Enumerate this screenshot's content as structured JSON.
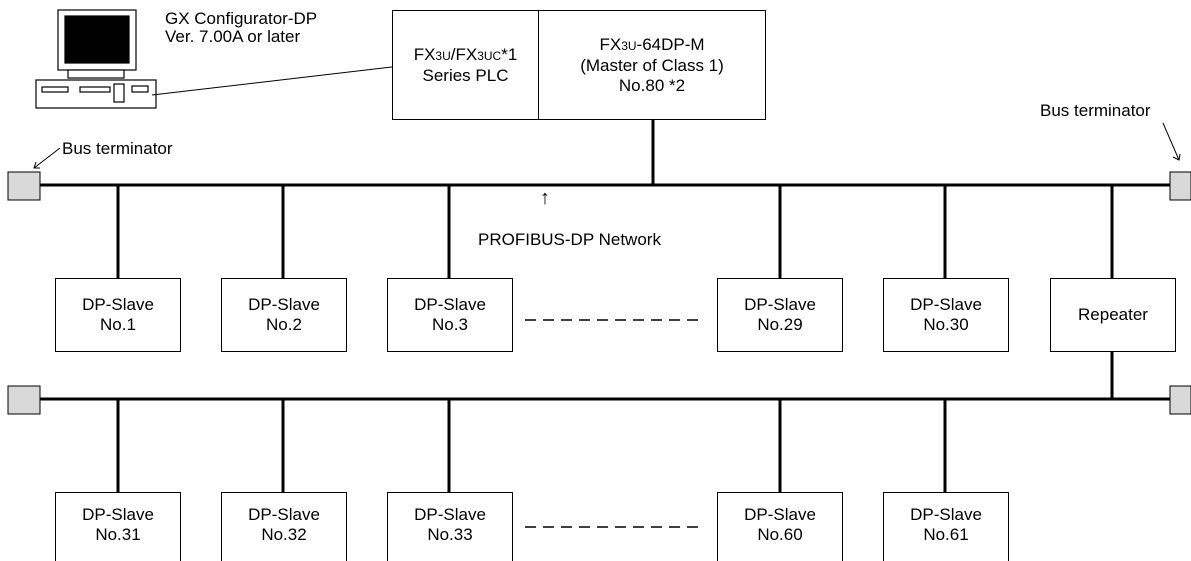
{
  "software": {
    "line1": "GX Configurator-DP",
    "line2": "Ver. 7.00A or later"
  },
  "plc": {
    "line1_prefix": "FX",
    "line1_sub1": "3U",
    "line1_mid": "/FX",
    "line1_sub2": "3UC",
    "line1_suffix": "*1",
    "line2": "Series PLC"
  },
  "master": {
    "line1_prefix": "FX",
    "line1_sub": "3U",
    "line1_suffix": "-64DP-M",
    "line2": "(Master of Class 1)",
    "line3": "No.80 *2"
  },
  "labels": {
    "bus_terminator_left": "Bus terminator",
    "bus_terminator_right": "Bus terminator",
    "network": "PROFIBUS-DP Network",
    "network_arrow": "↑"
  },
  "segment1": [
    {
      "line1": "DP-Slave",
      "line2": "No.1"
    },
    {
      "line1": "DP-Slave",
      "line2": "No.2"
    },
    {
      "line1": "DP-Slave",
      "line2": "No.3"
    },
    {
      "line1": "DP-Slave",
      "line2": "No.29"
    },
    {
      "line1": "DP-Slave",
      "line2": "No.30"
    }
  ],
  "repeater": "Repeater",
  "segment2": [
    {
      "line1": "DP-Slave",
      "line2": "No.31"
    },
    {
      "line1": "DP-Slave",
      "line2": "No.32"
    },
    {
      "line1": "DP-Slave",
      "line2": "No.33"
    },
    {
      "line1": "DP-Slave",
      "line2": "No.60"
    },
    {
      "line1": "DP-Slave",
      "line2": "No.61"
    }
  ],
  "colors": {
    "line": "#000000",
    "terminator_fill": "#d9d9d9",
    "computer_screen": "#000000"
  }
}
